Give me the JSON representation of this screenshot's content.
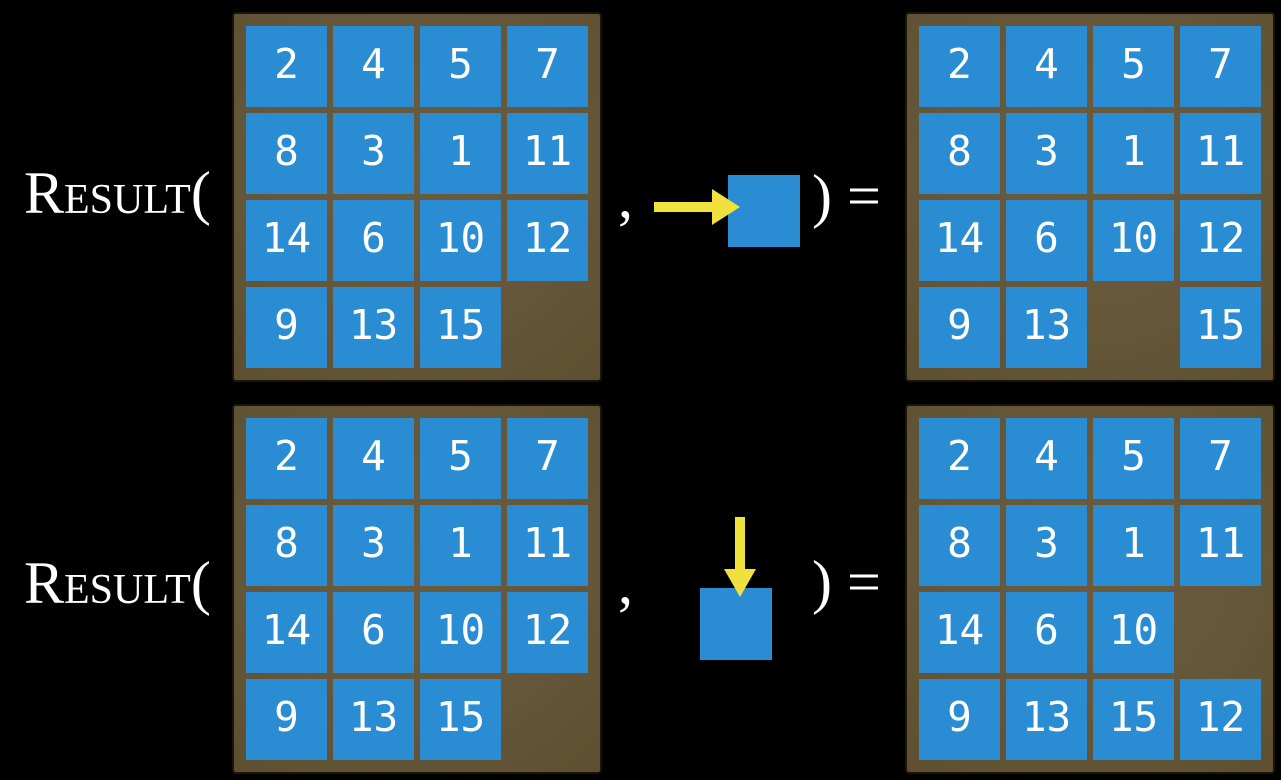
{
  "colors": {
    "background": "#000000",
    "board_brown": "#66573a",
    "tile_blue": "#2a8dd3",
    "arrow_yellow": "#f0e13c",
    "text_white": "#ffffff"
  },
  "rows": [
    {
      "function_label": "Result(",
      "comma": ",",
      "close_equals": ") =",
      "action": {
        "direction": "right",
        "icon": "right-arrow-into-blue-tile"
      },
      "input_board": [
        [
          2,
          4,
          5,
          7
        ],
        [
          8,
          3,
          1,
          11
        ],
        [
          14,
          6,
          10,
          12
        ],
        [
          9,
          13,
          15,
          null
        ]
      ],
      "output_board": [
        [
          2,
          4,
          5,
          7
        ],
        [
          8,
          3,
          1,
          11
        ],
        [
          14,
          6,
          10,
          12
        ],
        [
          9,
          13,
          null,
          15
        ]
      ]
    },
    {
      "function_label": "Result(",
      "comma": ",",
      "close_equals": ") =",
      "action": {
        "direction": "down",
        "icon": "down-arrow-into-blue-tile"
      },
      "input_board": [
        [
          2,
          4,
          5,
          7
        ],
        [
          8,
          3,
          1,
          11
        ],
        [
          14,
          6,
          10,
          12
        ],
        [
          9,
          13,
          15,
          null
        ]
      ],
      "output_board": [
        [
          2,
          4,
          5,
          7
        ],
        [
          8,
          3,
          1,
          11
        ],
        [
          14,
          6,
          10,
          null
        ],
        [
          9,
          13,
          15,
          12
        ]
      ]
    }
  ]
}
